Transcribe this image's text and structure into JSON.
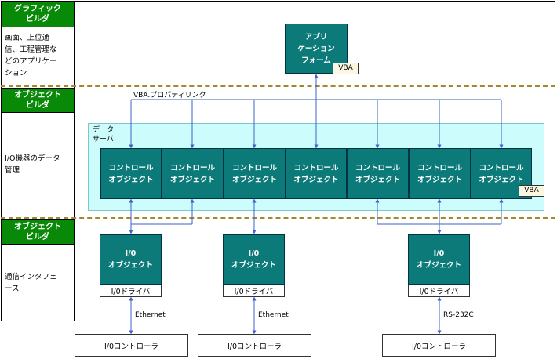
{
  "sections": [
    {
      "header": "グラフィック\nビルダ",
      "description": "画面、上位通\n信、工程管理な\nどのアプリケー\nション"
    },
    {
      "header": "オブジェクト\nビルダ",
      "description": "I/O機器のデータ\n管理"
    },
    {
      "header": "オブジェクト\nビルダ",
      "description": "通信インタフェ\nース"
    }
  ],
  "app_form": {
    "label": "アプリ\nケーション\nフォーム",
    "tag": "VBA"
  },
  "vba_link_label": "VBA.プロパティリンク",
  "data_server": {
    "label": "データ\nサーバ",
    "tag": "VBA"
  },
  "control_objects": [
    "コントロール\nオブジェクト",
    "コントロール\nオブジェクト",
    "コントロール\nオブジェクト",
    "コントロール\nオブジェクト",
    "コントロール\nオブジェクト",
    "コントロール\nオブジェクト",
    "コントロール\nオブジェクト"
  ],
  "io_objects": [
    {
      "label": "I/0\nオブジェクト",
      "driver": "I/0ドライバ",
      "link": "Ethernet",
      "controller": "I/0コントローラ"
    },
    {
      "label": "I/0\nオブジェクト",
      "driver": "I/0ドライバ",
      "link": "Ethernet",
      "controller": "I/0コントローラ"
    },
    {
      "label": "I/0\nオブジェクト",
      "driver": "I/0ドライバ",
      "link": "RS-232C",
      "controller": "I/0コントローラ"
    }
  ],
  "colors": {
    "header_green": "#088a08",
    "teal": "#0b7a78",
    "data_server_bg": "#ccfcfc",
    "divider": "#a08a2c",
    "connector": "#3b63c9"
  }
}
